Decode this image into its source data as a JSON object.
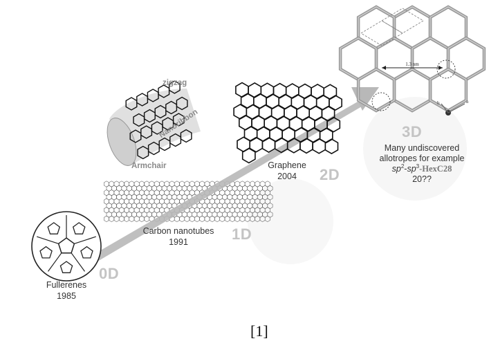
{
  "stages": {
    "zero_d": {
      "dim": "0D",
      "name": "Fullerenes",
      "year": "1985"
    },
    "one_d": {
      "dim": "1D",
      "name": "Carbon nanotubes",
      "year": "1991"
    },
    "two_d": {
      "dim": "2D",
      "name": "Graphene",
      "year": "2004"
    },
    "three_d": {
      "dim": "3D",
      "line1": "Many undiscovered",
      "line2": "allotropes for example",
      "sp_a": "sp",
      "sup_a": "2",
      "dash": "-",
      "sp_b": "sp",
      "sup_b": "3",
      "compound": "-HexC28",
      "year": "20??"
    }
  },
  "nanoribbon": {
    "zigzag": "zigzag",
    "ribbon": "Nanoribbon",
    "armchair": "Armchair"
  },
  "lattice": {
    "scale": "1.3 nm",
    "axis_a": "a",
    "axis_b": "b"
  },
  "citation": "[1]",
  "colors": {
    "arrow": "#b8b8b8",
    "text": "#333333",
    "dim": "#c4c4c4",
    "lattice": "#8c8c8c"
  }
}
